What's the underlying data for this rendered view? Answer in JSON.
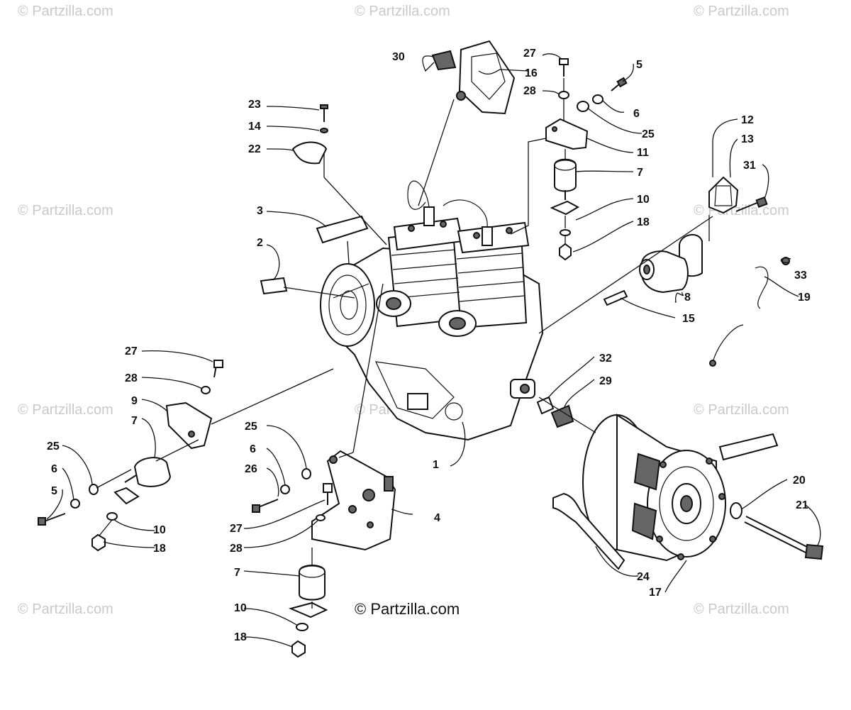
{
  "watermarks": [
    "© Partzilla.com",
    "© Partzilla.com",
    "© Partzilla.com",
    "© Partzilla.com",
    "© Partzilla.com",
    "© Partzilla.com",
    "© Partzilla.com",
    "© Partzilla.com",
    "© Partzilla.com",
    "© Partzilla.com"
  ],
  "credit": "© Partzilla.com",
  "labels": [
    "1",
    "2",
    "3",
    "4",
    "5",
    "6",
    "7",
    "8",
    "9",
    "10",
    "11",
    "12",
    "13",
    "14",
    "15",
    "16",
    "17",
    "18",
    "19",
    "20",
    "21",
    "22",
    "23",
    "24",
    "25",
    "26",
    "27",
    "28",
    "29",
    "30",
    "31",
    "32",
    "33",
    "25",
    "6",
    "5",
    "7",
    "27",
    "28",
    "25",
    "6",
    "26",
    "27",
    "28",
    "7",
    "10",
    "18",
    "10",
    "18",
    "7",
    "10",
    "18"
  ]
}
